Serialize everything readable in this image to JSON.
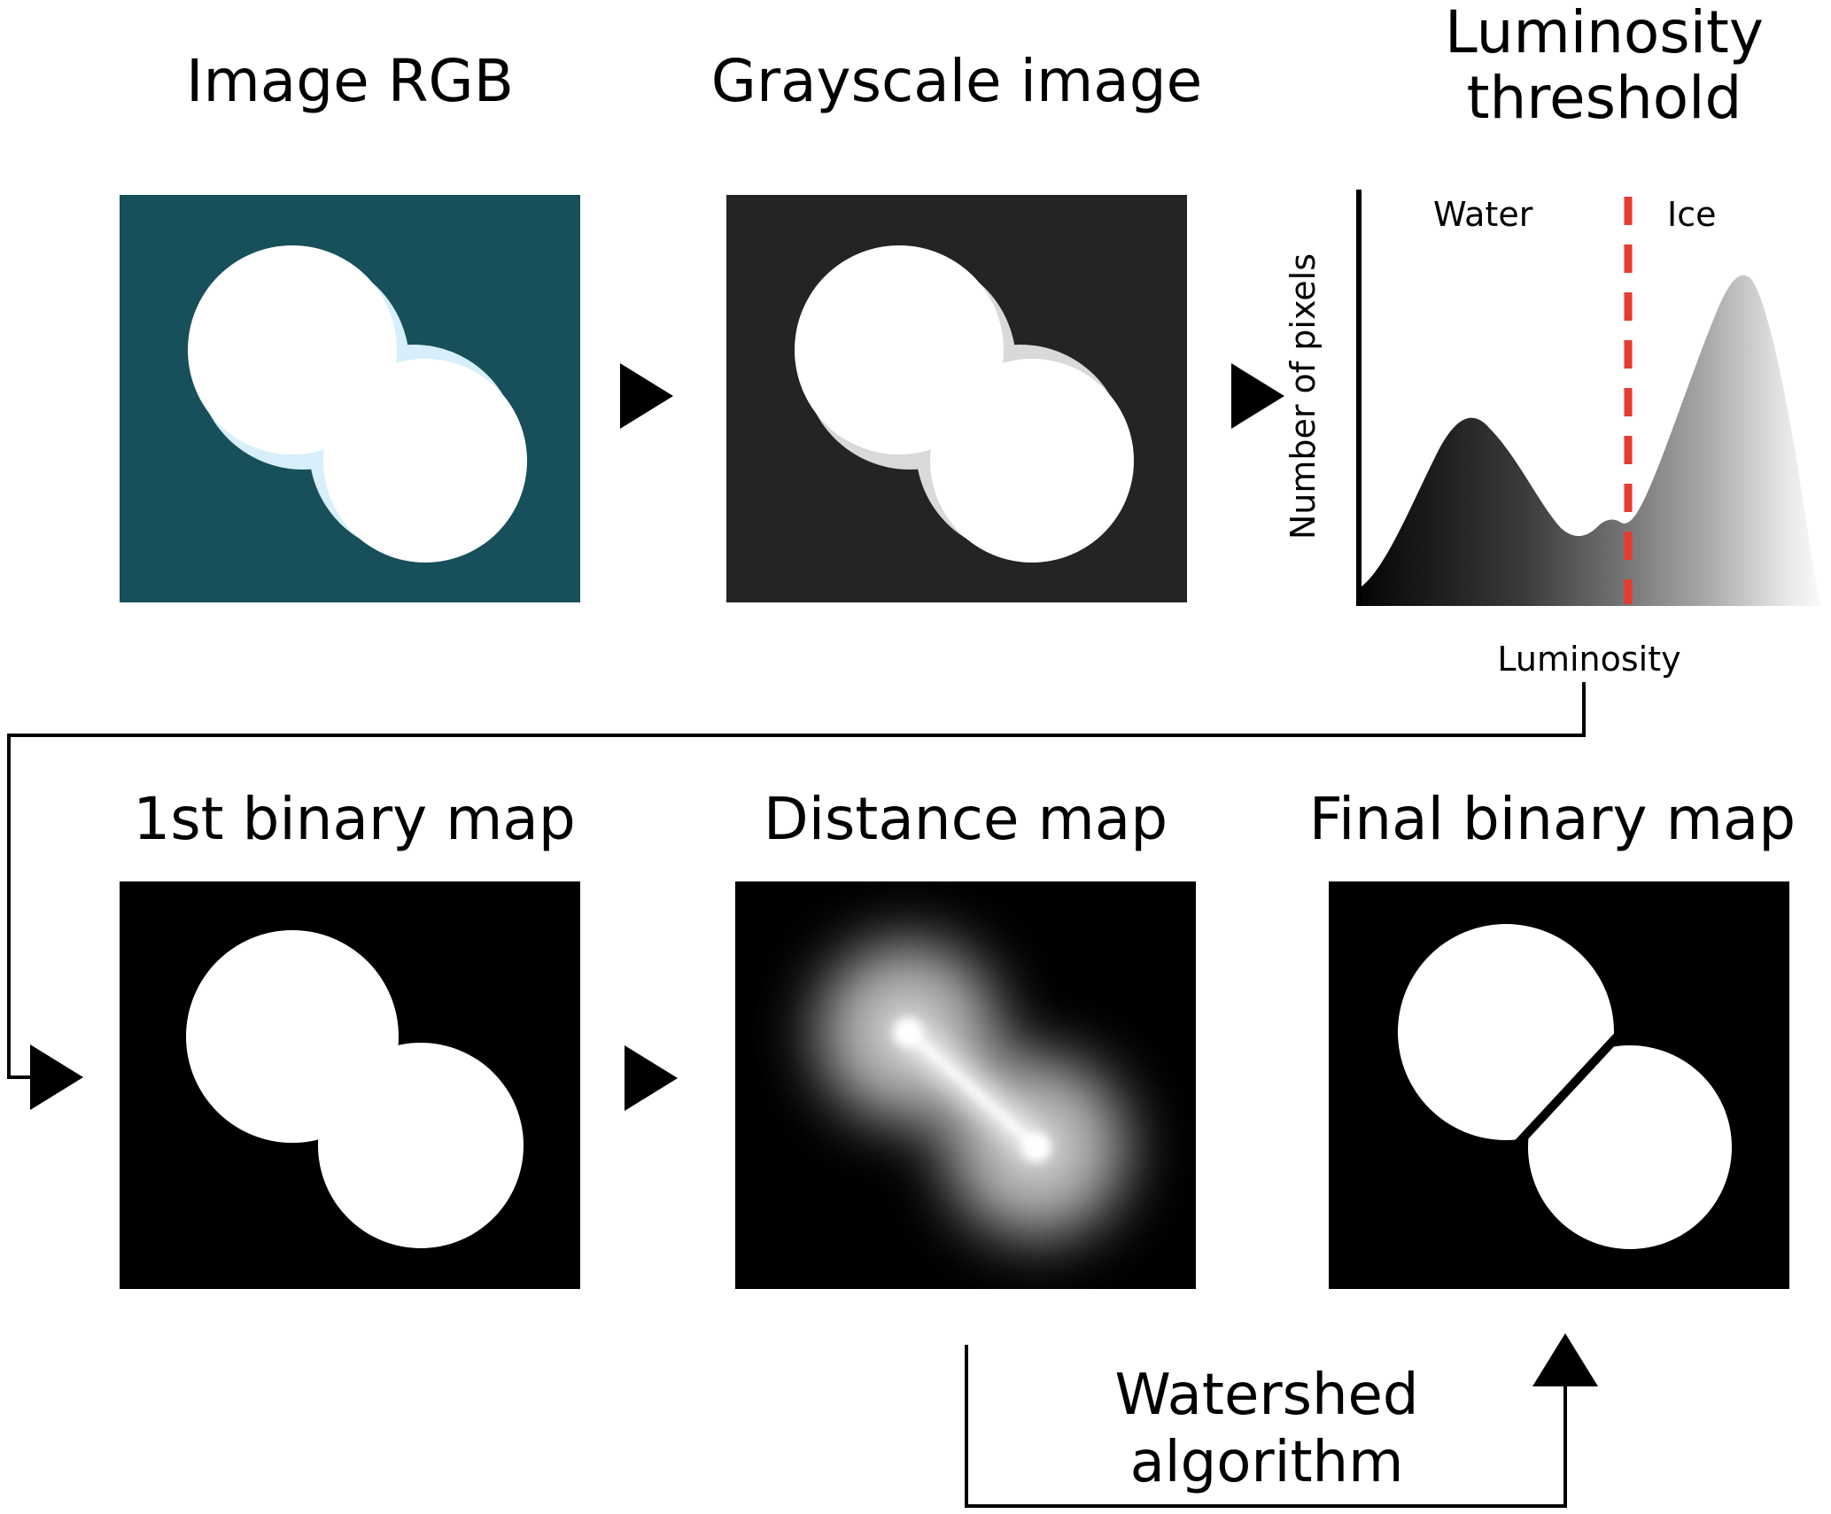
{
  "titles": {
    "image_rgb": "Image RGB",
    "grayscale": "Grayscale image",
    "luminosity_line1": "Luminosity",
    "luminosity_line2": "threshold",
    "first_binary": "1st binary map",
    "distance": "Distance map",
    "final_binary": "Final binary map"
  },
  "chart": {
    "water": "Water",
    "ice": "Ice",
    "ylabel": "Number of pixels",
    "xlabel": "Luminosity"
  },
  "watershed": {
    "line1": "Watershed",
    "line2": "algorithm"
  },
  "colors": {
    "rgb_panel_bg": "#17505a",
    "grayscale_panel_bg": "#242424",
    "binary_panel_bg": "#000000",
    "ice_sliver_blue": "#d6effa",
    "ice_sliver_gray": "#d9d9d9",
    "threshold_line_red": "#e63c2f",
    "shape_white": "#ffffff"
  },
  "chart_data": {
    "type": "area",
    "title": "Luminosity threshold",
    "xlabel": "Luminosity",
    "ylabel": "Number of pixels",
    "annotations": [
      "Water",
      "Ice"
    ],
    "legend": "none",
    "grid": false,
    "threshold_line": {
      "style": "dashed",
      "color": "#e63c2f",
      "x_fraction": 0.58
    },
    "x_fraction": [
      0,
      0.08,
      0.17,
      0.25,
      0.33,
      0.43,
      0.52,
      0.56,
      0.58,
      0.62,
      0.7,
      0.78,
      0.84,
      0.88,
      0.94,
      1.0
    ],
    "y_fraction": [
      0.03,
      0.2,
      0.36,
      0.47,
      0.36,
      0.19,
      0.2,
      0.21,
      0.2,
      0.25,
      0.45,
      0.7,
      0.8,
      0.77,
      0.5,
      0.0
    ]
  }
}
